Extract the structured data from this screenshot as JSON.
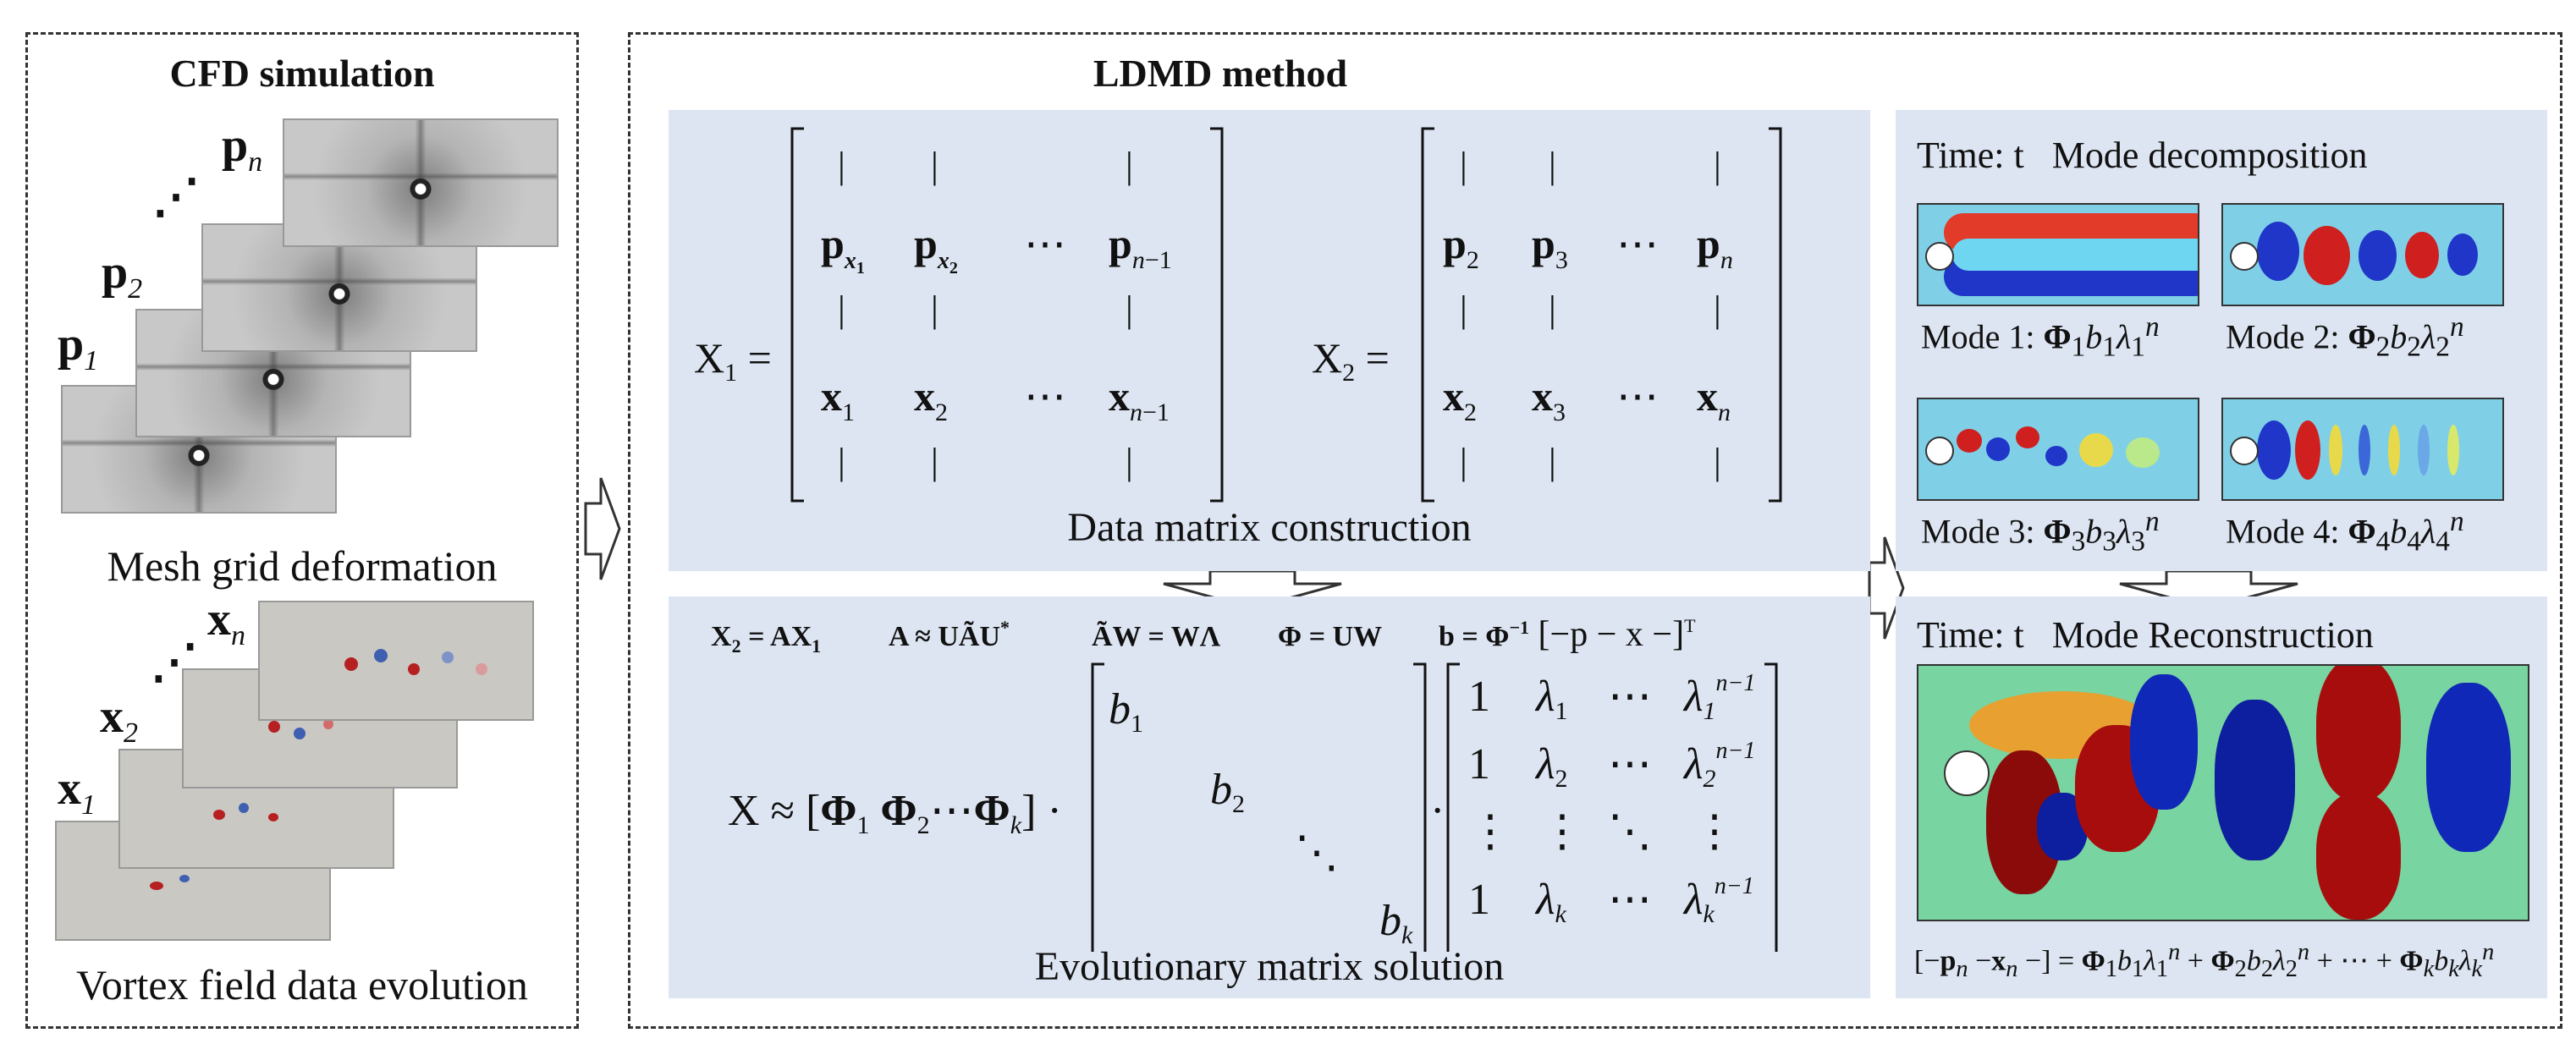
{
  "left_panel": {
    "title": "CFD simulation",
    "mesh_caption": "Mesh grid deformation",
    "vortex_caption": "Vortex field data evolution",
    "mesh_labels": [
      "p1",
      "p2",
      "pn"
    ],
    "vortex_labels": [
      "x1",
      "x2",
      "xn"
    ]
  },
  "center_panel": {
    "title": "LDMD method",
    "data_caption": "Data matrix construction",
    "evolution_caption": "Evolutionary matrix solution"
  },
  "right_panel": {
    "decomp_header": "Time: t   Mode decomposition",
    "recon_header": "Time: t   Mode Reconstruction",
    "mode_labels": [
      "Mode 1:",
      "Mode 2:",
      "Mode 3:",
      "Mode 4:"
    ]
  },
  "colors": {
    "panel_fill": "#dde5f2",
    "dashed_border": "#333333",
    "arrow_fill": "#ffffff"
  }
}
